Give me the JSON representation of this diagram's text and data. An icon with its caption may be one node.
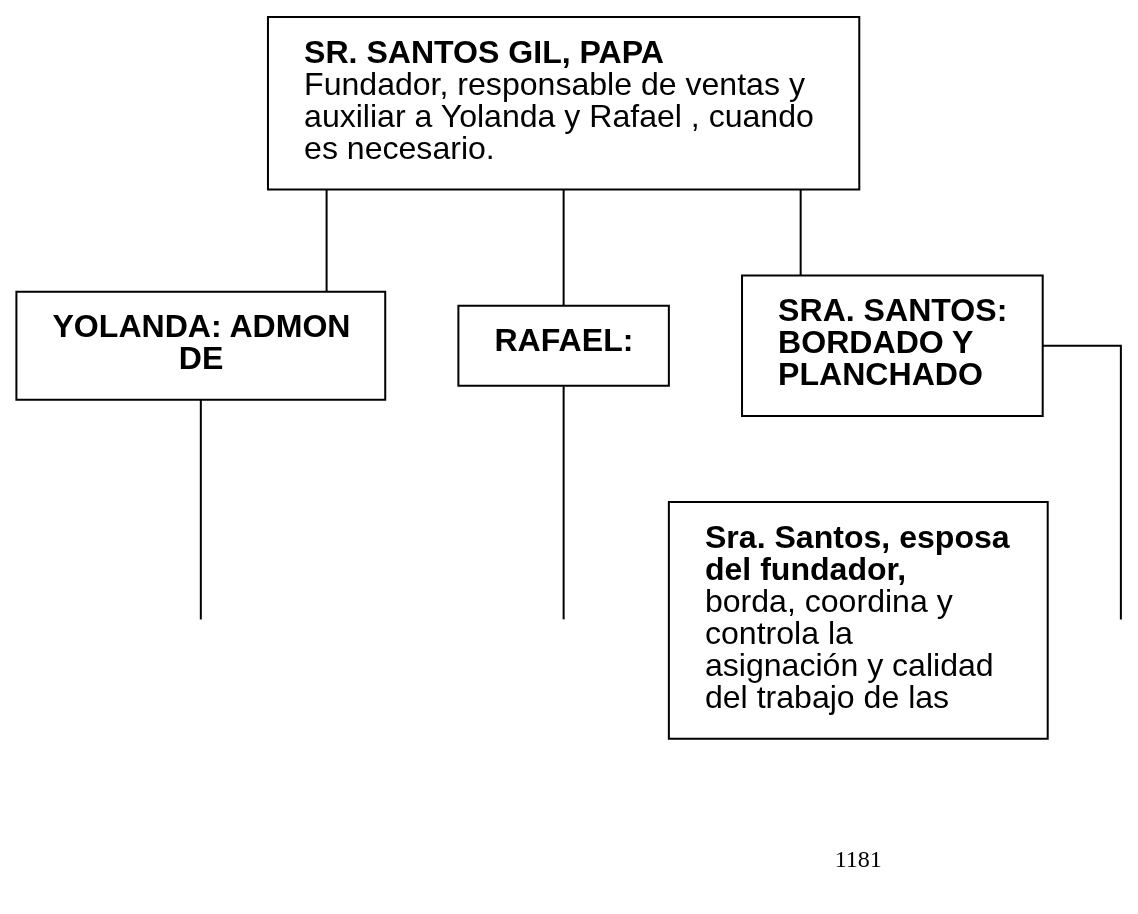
{
  "diagram": {
    "nodes": [
      {
        "text": [
          "SR. SANTOS GIL, PAPA",
          "Fundador, responsable de ventas y auxiliar a Yolanda y Rafael , cuando es necesario."
        ]
      },
      {
        "text": [
          "YOLANDA: ADMON DE"
        ]
      },
      {
        "text": [
          "RAFAEL:"
        ]
      },
      {
        "text": [
          "SRA. SANTOS: BORDADO Y PLANCHADO"
        ]
      },
      {
        "text": [
          "Sra. Santos, esposa del fundador,",
          "borda, coordina y controla la asignación y calidad del trabajo de las"
        ]
      }
    ],
    "edges": [
      {
        "from": 0,
        "to": 1,
        "arrow": "none"
      },
      {
        "from": 0,
        "to": 2,
        "arrow": "none"
      },
      {
        "from": 0,
        "to": 3,
        "arrow": "none"
      },
      {
        "from": 1,
        "to": null,
        "arrow": "none"
      },
      {
        "from": 2,
        "to": null,
        "arrow": "none"
      },
      {
        "from": 3,
        "to": null,
        "arrow": "none"
      }
    ],
    "labels": [
      "1181"
    ]
  }
}
